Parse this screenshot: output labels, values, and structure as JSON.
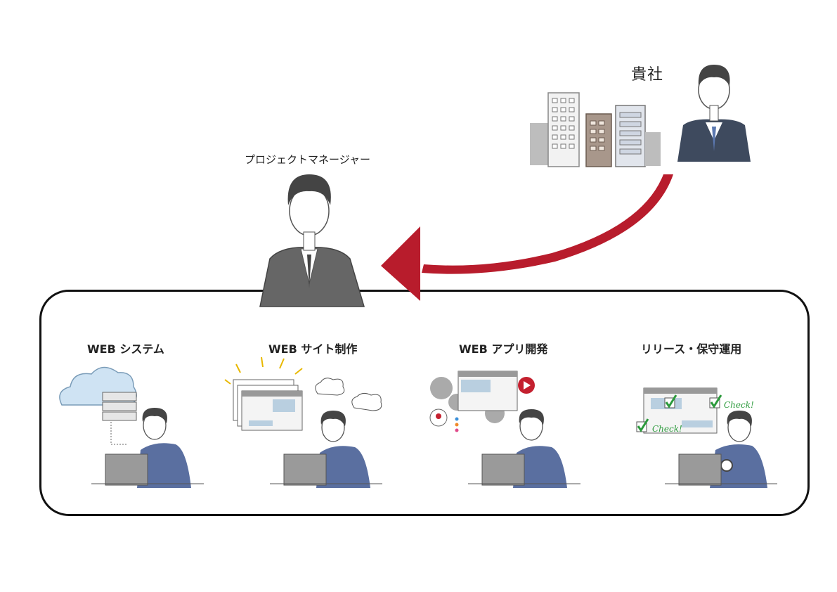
{
  "client": {
    "label": "貴社"
  },
  "project_manager": {
    "label": "プロジェクトマネージャー"
  },
  "services": [
    {
      "label": "WEB システム"
    },
    {
      "label": "WEB サイト制作"
    },
    {
      "label": "WEB アプリ開発"
    },
    {
      "label": "リリース・保守運用"
    }
  ],
  "annotations": {
    "check": "Check!"
  },
  "colors": {
    "arrow": "#b81c2c",
    "suit_dark": "#3e4a5e",
    "suit_gray": "#777",
    "jacket_blue": "#5a6fa0",
    "cloud": "#cfe3f3",
    "check_green": "#2c9a3c"
  }
}
